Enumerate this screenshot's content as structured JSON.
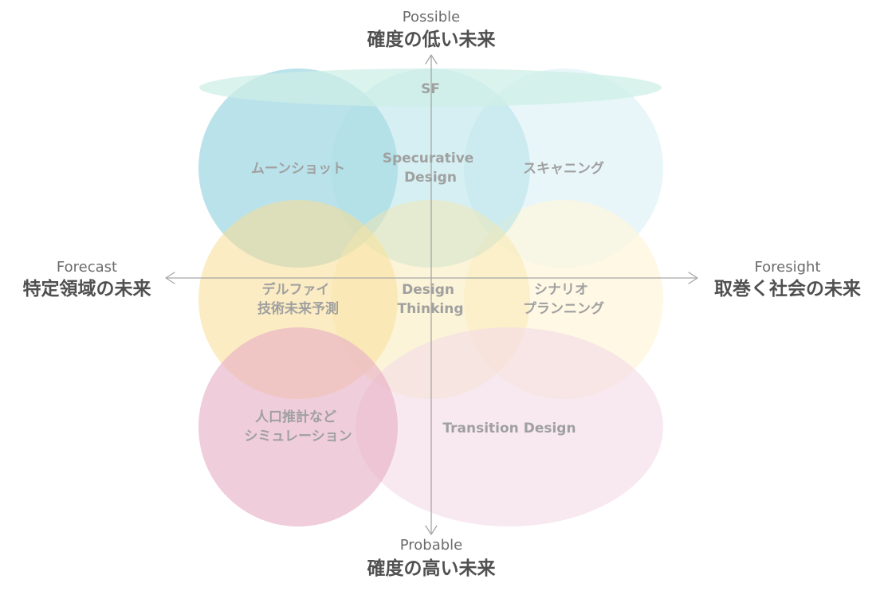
{
  "poles": {
    "top": {
      "sub": "Possible",
      "main": "確度の低い未来"
    },
    "bottom": {
      "sub": "Probable",
      "main": "確度の高い未来"
    },
    "left": {
      "sub": "Forecast",
      "main": "特定領域の未来"
    },
    "right": {
      "sub": "Foresight",
      "main": "取巻く社会の未来"
    }
  },
  "regions": {
    "sf": {
      "lines": [
        "SF"
      ],
      "color": "#cdeee6"
    },
    "moonshot": {
      "lines": [
        "ムーンショット"
      ],
      "color": "#8fd0df"
    },
    "speculative": {
      "lines": [
        "Specurative",
        "Design"
      ],
      "color": "#aee0e6"
    },
    "scanning": {
      "lines": [
        "スキャニング"
      ],
      "color": "#e0f3f8"
    },
    "delphi": {
      "lines": [
        "デルファイ",
        "技術未来予測"
      ],
      "color": "#f7dc92"
    },
    "design_thinking": {
      "lines": [
        "Design",
        "Thinking"
      ],
      "color": "#f8e7a9"
    },
    "scenario": {
      "lines": [
        "シナリオ",
        "プランニング"
      ],
      "color": "#fdf6dc"
    },
    "population": {
      "lines": [
        "人口推計など",
        "シミュレーション"
      ],
      "color": "#e6aec5"
    },
    "transition": {
      "lines": [
        "Transition Design"
      ],
      "color": "#f3dce7"
    }
  },
  "axis_color": "#a6a6a6"
}
